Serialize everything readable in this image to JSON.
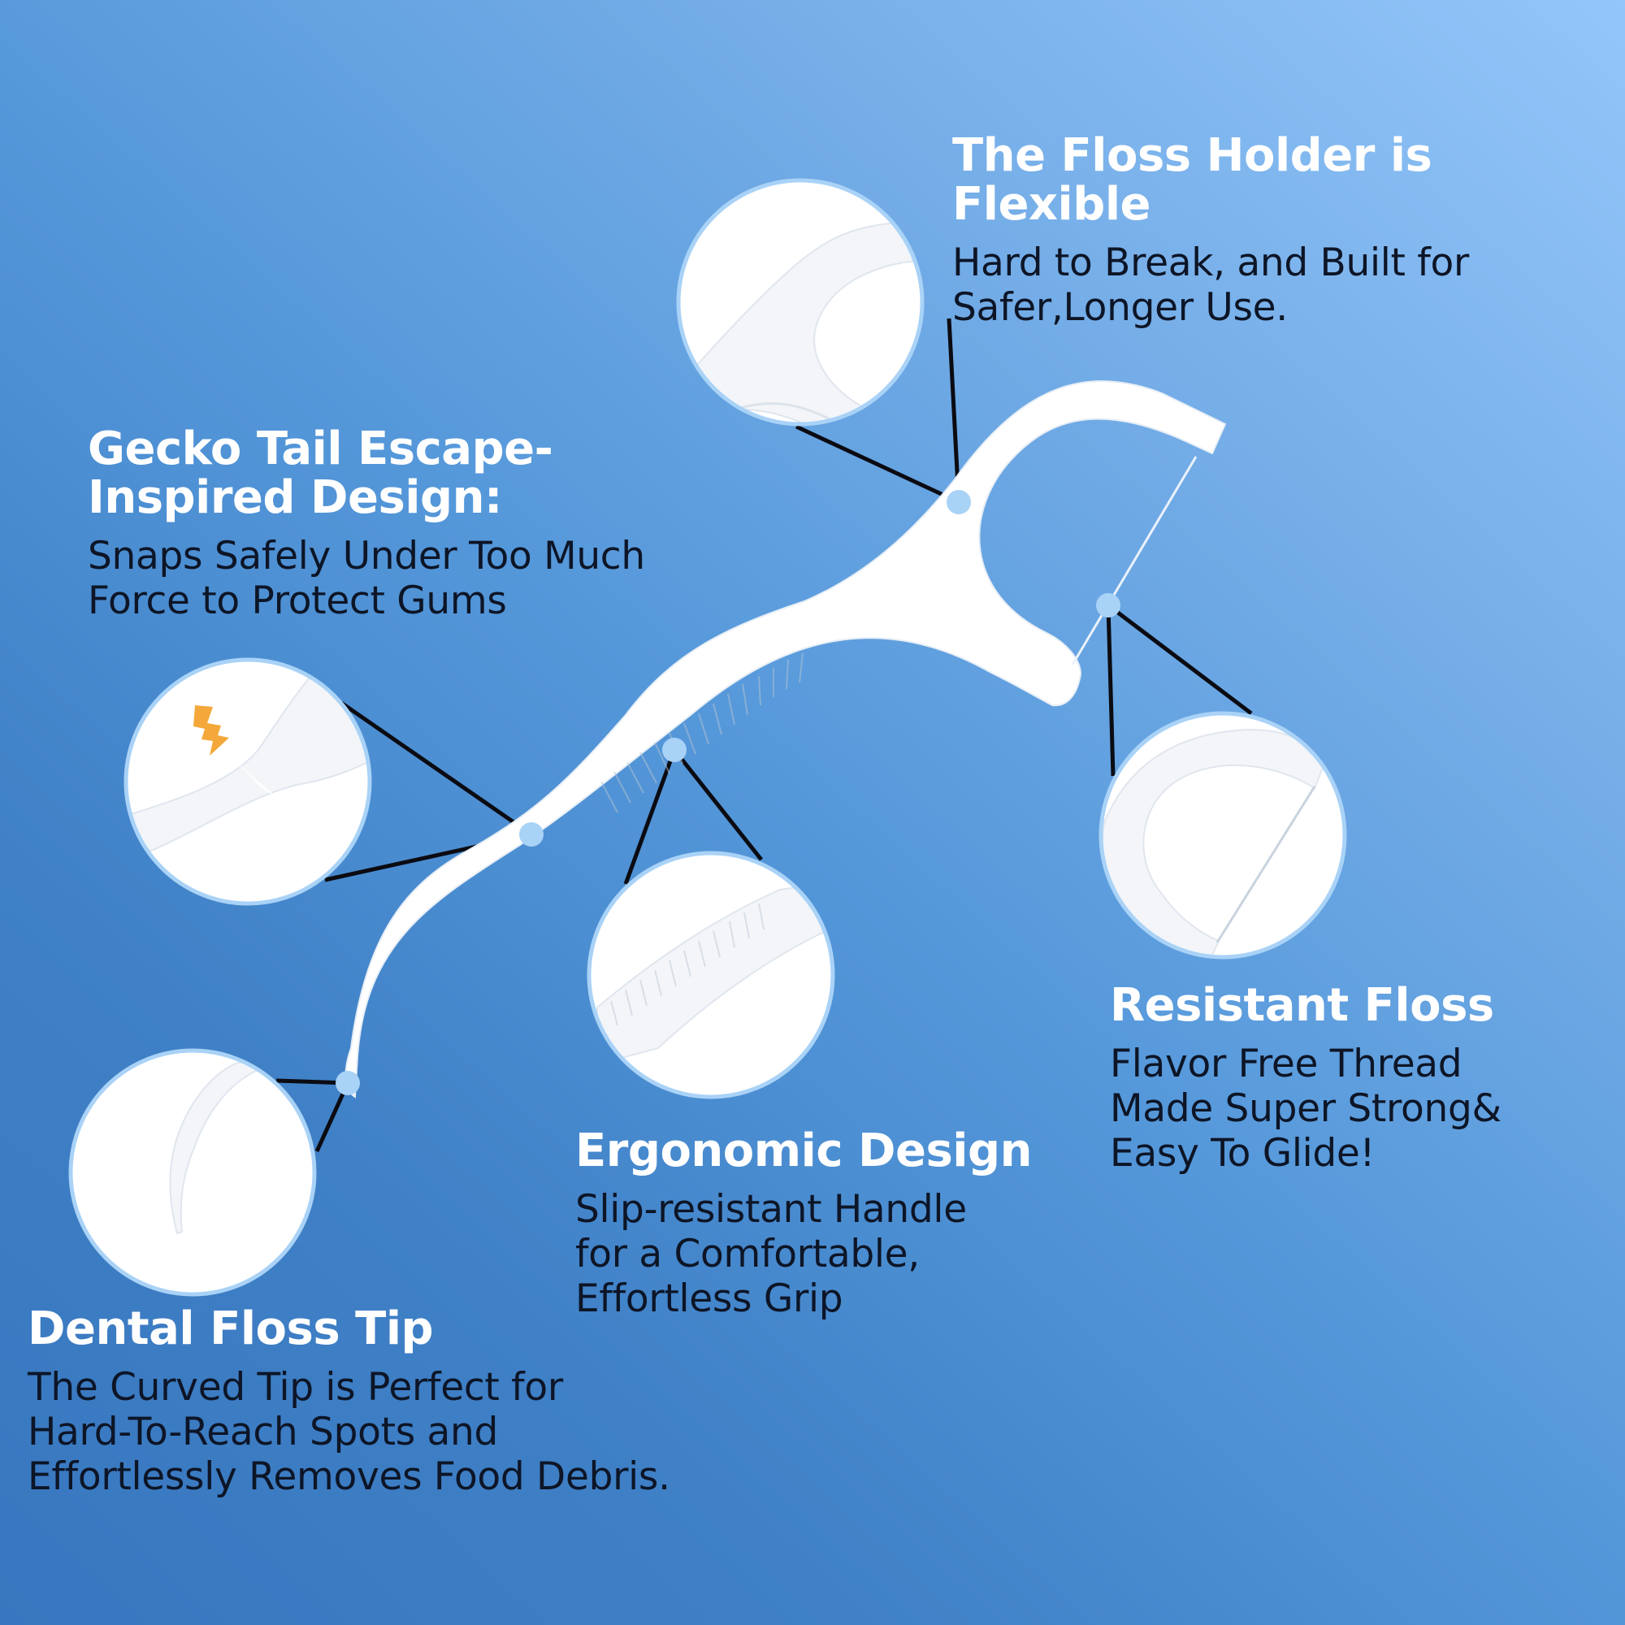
{
  "colors": {
    "bg_light": "#93c6fa",
    "bg_dark": "#3877bf",
    "heading": "#ffffff",
    "body_text": "#0d1526",
    "pick": "#ffffff",
    "callout_dot": "#a9d2f7",
    "callout_line": "#0b0b12",
    "spark": "#f4a83a"
  },
  "features": {
    "holder": {
      "title_lines": [
        "The Floss Holder is",
        "Flexible"
      ],
      "desc_lines": [
        "Hard to Break, and Built for",
        "Safer,Longer Use."
      ],
      "icon": "floss-holder-closeup"
    },
    "gecko": {
      "title_lines": [
        "Gecko Tail Escape-",
        "Inspired Design:"
      ],
      "desc_lines": [
        "Snaps Safely Under Too Much",
        "Force to Protect Gums"
      ],
      "icon": "snap-point-closeup"
    },
    "resistant": {
      "title_lines": [
        "Resistant Floss"
      ],
      "desc_lines": [
        "Flavor Free Thread",
        "Made Super Strong&",
        "Easy To Glide!"
      ],
      "icon": "floss-thread-closeup"
    },
    "ergonomic": {
      "title_lines": [
        "Ergonomic Design"
      ],
      "desc_lines": [
        "Slip-resistant Handle",
        "for a Comfortable,",
        "Effortless Grip"
      ],
      "icon": "handle-grip-closeup"
    },
    "tip": {
      "title_lines": [
        "Dental Floss Tip"
      ],
      "desc_lines": [
        "The Curved Tip is Perfect for",
        "Hard-To-Reach Spots and",
        "Effortlessly Removes Food Debris."
      ],
      "icon": "curved-tip-closeup"
    }
  }
}
